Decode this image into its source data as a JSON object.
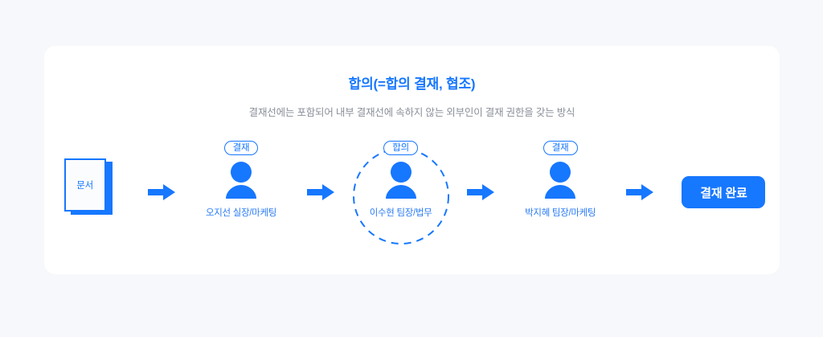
{
  "colors": {
    "page_background": "#f6f8fb",
    "card_background": "#ffffff",
    "accent_blue": "#1677ff",
    "label_blue": "#2b7cf5",
    "subtitle_gray": "#8a8f98"
  },
  "header": {
    "title": "합의(=합의 결재, 협조)",
    "subtitle": "결재선에는 포함되어 내부 결재선에 속하지 않는 외부인이 결재 권한을 갖는 방식"
  },
  "document": {
    "label": "문서",
    "icon": "document-stack-icon"
  },
  "arrows": [
    {
      "icon": "arrow-right-icon"
    },
    {
      "icon": "arrow-right-icon"
    },
    {
      "icon": "arrow-right-icon"
    },
    {
      "icon": "arrow-right-icon"
    }
  ],
  "nodes": [
    {
      "badge": "결재",
      "label": "오지선 실장/마케팅",
      "icon": "person-icon",
      "highlighted": false
    },
    {
      "badge": "합의",
      "label": "이수현 팀장/법무",
      "icon": "person-icon",
      "highlighted": true
    },
    {
      "badge": "결재",
      "label": "박지혜 팀장/마케팅",
      "icon": "person-icon",
      "highlighted": false
    }
  ],
  "end": {
    "label": "결재 완료"
  }
}
